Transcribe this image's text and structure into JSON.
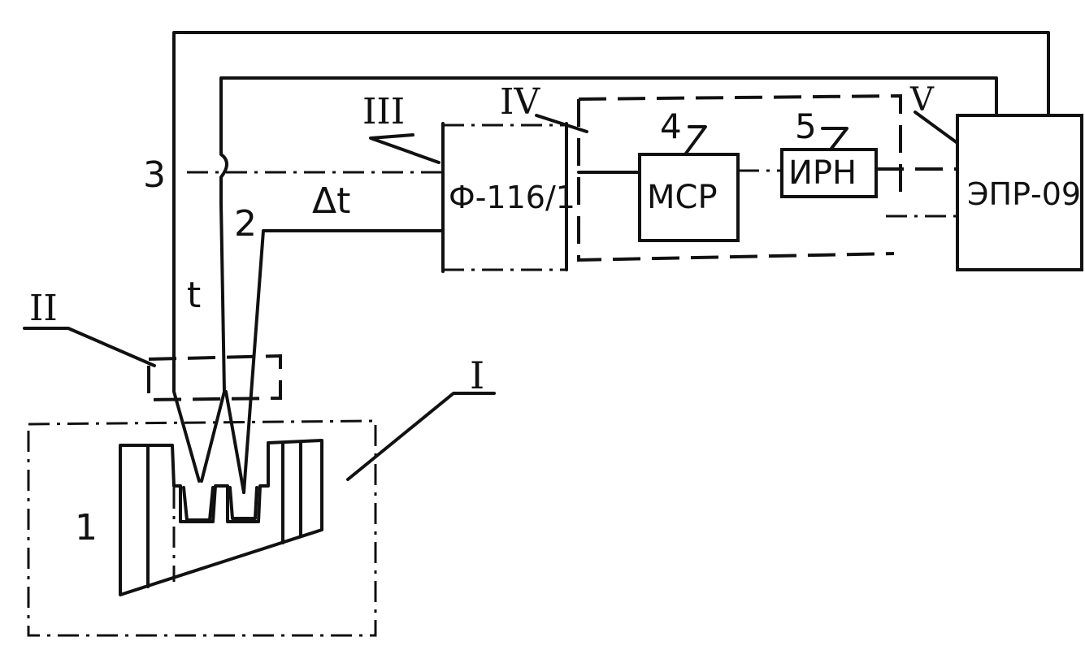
{
  "labels": {
    "zone_I": "I",
    "zone_II": "II",
    "zone_III": "III",
    "zone_IV": "IV",
    "zone_V": "V",
    "n1": "1",
    "n2": "2",
    "n3": "3",
    "n4": "4",
    "n5": "5",
    "t": "t",
    "dt": "Δt"
  },
  "blocks": {
    "f116": "Ф-116/1",
    "msr": "МСР",
    "irn": "ИРН",
    "epr": "ЭПР-09"
  },
  "colors": {
    "ink": "#111111",
    "paper": "#ffffff"
  }
}
